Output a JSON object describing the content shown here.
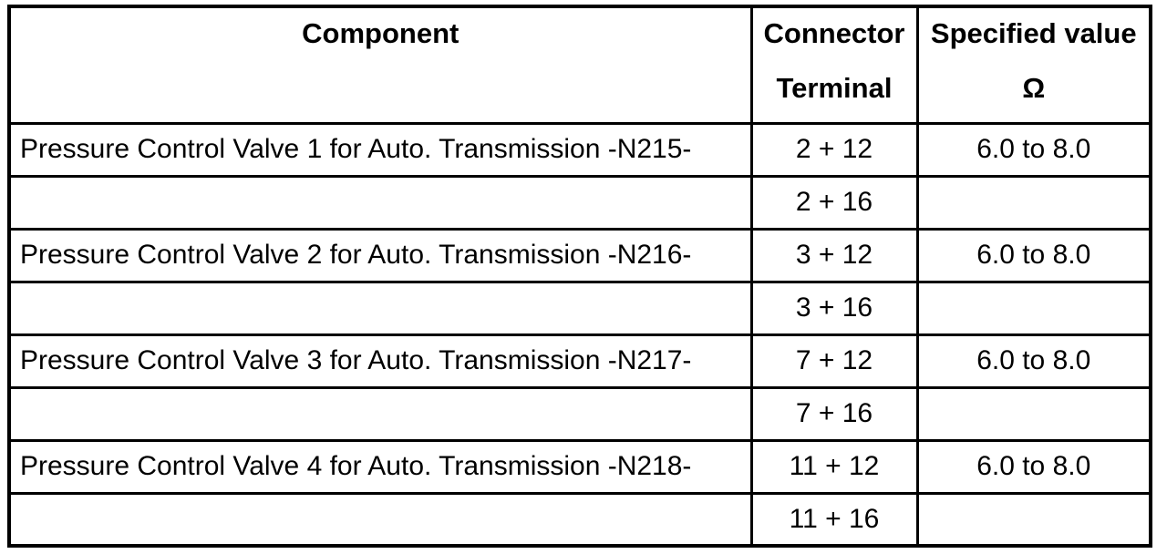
{
  "table": {
    "headers": {
      "component": "Component",
      "connector_line1": "Connector",
      "connector_line2": "Terminal",
      "specified_line1": "Specified value",
      "specified_line2": "Ω"
    },
    "rows": [
      {
        "component": "Pressure Control Valve 1 for Auto. Transmission -N215-",
        "terminal": "2 + 12",
        "value": "6.0 to 8.0"
      },
      {
        "component": "",
        "terminal": "2 + 16",
        "value": ""
      },
      {
        "component": "Pressure Control Valve 2 for Auto. Transmission -N216-",
        "terminal": "3 + 12",
        "value": "6.0 to 8.0"
      },
      {
        "component": "",
        "terminal": "3 + 16",
        "value": ""
      },
      {
        "component": "Pressure Control Valve 3 for Auto. Transmission -N217-",
        "terminal": "7 + 12",
        "value": "6.0 to 8.0"
      },
      {
        "component": "",
        "terminal": "7 + 16",
        "value": ""
      },
      {
        "component": "Pressure Control Valve 4 for Auto. Transmission -N218-",
        "terminal": "11 + 12",
        "value": "6.0 to 8.0"
      },
      {
        "component": "",
        "terminal": "11 + 16",
        "value": ""
      }
    ],
    "colors": {
      "border": "#000000",
      "text": "#000000",
      "background": "#ffffff"
    }
  }
}
